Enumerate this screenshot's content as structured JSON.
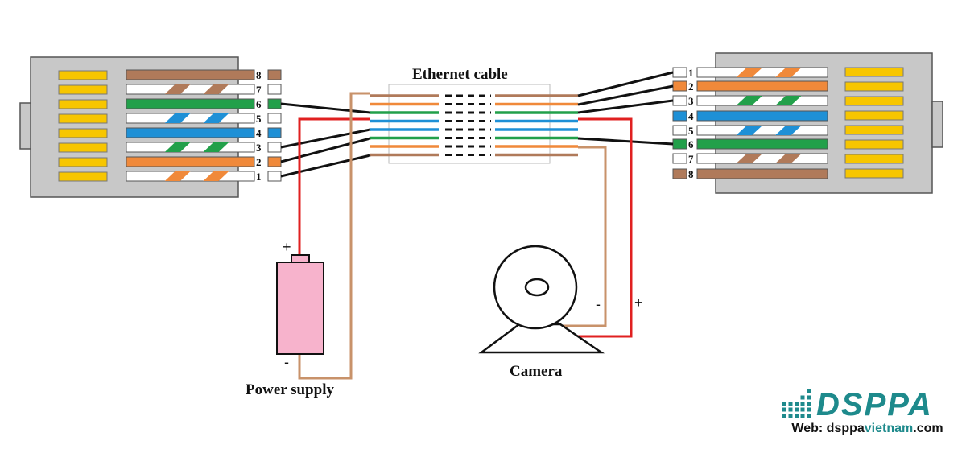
{
  "labels": {
    "cable": "Ethernet cable",
    "power": "Power supply",
    "camera": "Camera",
    "plus": "+",
    "minus": "-"
  },
  "pins": [
    "1",
    "2",
    "3",
    "4",
    "5",
    "6",
    "7",
    "8"
  ],
  "wires": [
    {
      "pin": "1",
      "name": "orange-white",
      "base": "#ffffff",
      "stripe": "#f0893a"
    },
    {
      "pin": "2",
      "name": "orange",
      "base": "#f0893a",
      "stripe": null
    },
    {
      "pin": "3",
      "name": "green-white",
      "base": "#ffffff",
      "stripe": "#22a04a"
    },
    {
      "pin": "4",
      "name": "blue",
      "base": "#1e90d6",
      "stripe": null
    },
    {
      "pin": "5",
      "name": "blue-white",
      "base": "#ffffff",
      "stripe": "#1e90d6"
    },
    {
      "pin": "6",
      "name": "green",
      "base": "#22a04a",
      "stripe": null
    },
    {
      "pin": "7",
      "name": "brown-white",
      "base": "#ffffff",
      "stripe": "#b07a5a"
    },
    {
      "pin": "8",
      "name": "brown",
      "base": "#b07a5a",
      "stripe": null
    }
  ],
  "colors": {
    "connector": "#c8c8c8",
    "contact": "#f7c600",
    "positive_wire": "#e02020",
    "negative_wire": "#c8926a",
    "battery": "#f7b3cc",
    "logo": "#1e8a8c"
  },
  "logo": {
    "brand": "DSPPA",
    "web_prefix": "Web: dsppa",
    "web_highlight": "vietnam",
    "web_suffix": ".com"
  }
}
